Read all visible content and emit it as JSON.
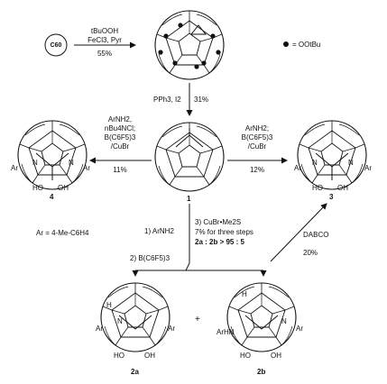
{
  "step1": {
    "start": "C60",
    "reagent1": "tBuOOH",
    "reagent2": "FeCl3, Pyr",
    "yield": "55%",
    "legend": "= OOtBu"
  },
  "step2": {
    "reagent": "PPh3, I2",
    "yield": "31%"
  },
  "left_arrow": {
    "l1": "ArNH2,",
    "l2": "nBu4NCl;",
    "l3": "B(C6F5)3",
    "l4": "/CuBr",
    "yield": "11%"
  },
  "right_arrow": {
    "l1": "ArNH2;",
    "l2": "B(C6F5)3",
    "l3": "/CuBr",
    "yield": "12%"
  },
  "compounds": {
    "c1": "1",
    "c3": "3",
    "c4": "4",
    "c2a": "2a",
    "c2b": "2b"
  },
  "bottom_conditions": {
    "s1": "1) ArNH2",
    "s2": "2) B(C6F5)3",
    "s3": "3) CuBr•Me2S",
    "s4": "7% for three steps",
    "ratio": "2a : 2b > 95 : 5"
  },
  "ar_def": "Ar = 4-Me-C6H4",
  "dabco": {
    "reagent": "DABCO",
    "yield": "20%"
  },
  "plus": "+",
  "atom_labels": {
    "ar": "Ar",
    "ho": "HO",
    "oh": "OH",
    "n": "N",
    "o": "O",
    "h": "H",
    "arhn": "ArHN"
  }
}
